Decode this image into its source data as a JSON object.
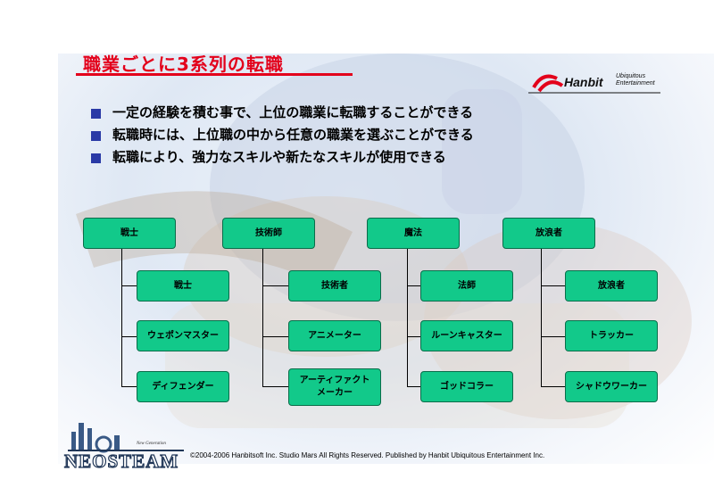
{
  "title": "職業ごとに3系列の転職",
  "brand": {
    "name": "Hanbit",
    "sub_line1": "Ubiquitous",
    "sub_line2": "Entertainment",
    "accent": "#e3001b"
  },
  "bullets": [
    "一定の経験を積む事で、上位の職業に転職することができる",
    "転職時には、上位職の中から任意の職業を選ぶことができる",
    "転職により、強力なスキルや新たなスキルが使用できる"
  ],
  "tree": [
    {
      "label": "戦士",
      "children": [
        "戦士",
        "ウェポンマスター",
        "ディフェンダー"
      ]
    },
    {
      "label": "技術師",
      "children": [
        "技術者",
        "アニメーター",
        "アーティファクト\nメーカー"
      ]
    },
    {
      "label": "魔法",
      "children": [
        "法師",
        "ルーンキャスター",
        "ゴッドコラー"
      ]
    },
    {
      "label": "放浪者",
      "children": [
        "放浪者",
        "トラッカー",
        "シャドウワーカー"
      ]
    }
  ],
  "game_logo": {
    "name": "NEOSTEAM",
    "tag": "New Generation"
  },
  "copyright": "©2004-2006 Hanbitsoft Inc. Studio Mars All Rights Reserved. Published by Hanbit Ubiquitous Entertainment Inc.",
  "colors": {
    "node_fill": "#12c98a",
    "bullet": "#2a3aa6",
    "title": "#e3001b"
  }
}
